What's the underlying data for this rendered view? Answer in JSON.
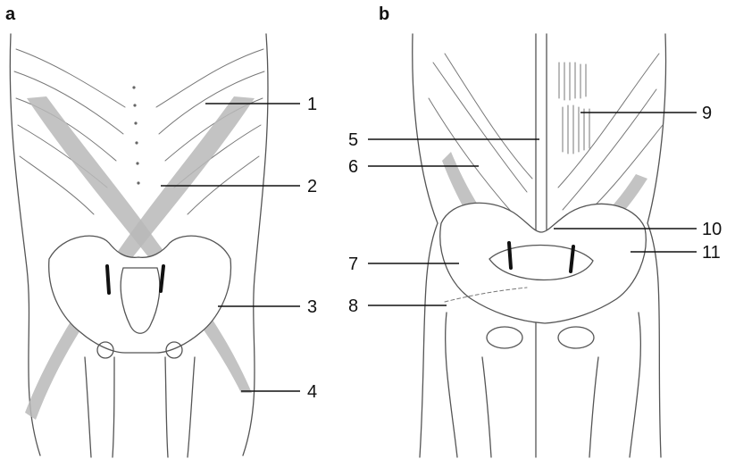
{
  "panels": [
    {
      "letter": "a"
    },
    {
      "letter": "b"
    }
  ],
  "callouts": [
    "1",
    "2",
    "3",
    "4",
    "5",
    "6",
    "7",
    "8",
    "9",
    "10",
    "11"
  ],
  "colors": {
    "band": "#b9b9b9",
    "line": "#555555",
    "text": "#111111"
  }
}
